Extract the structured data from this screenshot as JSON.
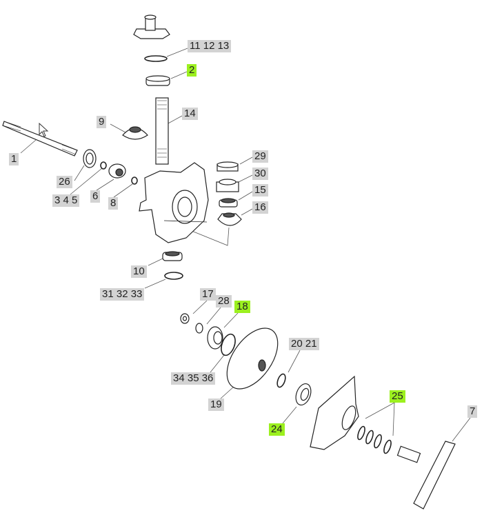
{
  "diagram": {
    "callouts": [
      {
        "id": "c-11-12-13",
        "text": "11 12 13",
        "highlighted": false
      },
      {
        "id": "c-2",
        "text": "2",
        "highlighted": true
      },
      {
        "id": "c-14",
        "text": "14",
        "highlighted": false
      },
      {
        "id": "c-9",
        "text": "9",
        "highlighted": false
      },
      {
        "id": "c-1",
        "text": "1",
        "highlighted": false
      },
      {
        "id": "c-29",
        "text": "29",
        "highlighted": false
      },
      {
        "id": "c-30",
        "text": "30",
        "highlighted": false
      },
      {
        "id": "c-26",
        "text": "26",
        "highlighted": false
      },
      {
        "id": "c-15",
        "text": "15",
        "highlighted": false
      },
      {
        "id": "c-3-4-5",
        "text": "3 4 5",
        "highlighted": false
      },
      {
        "id": "c-6",
        "text": "6",
        "highlighted": false
      },
      {
        "id": "c-8",
        "text": "8",
        "highlighted": false
      },
      {
        "id": "c-16",
        "text": "16",
        "highlighted": false
      },
      {
        "id": "c-10",
        "text": "10",
        "highlighted": false
      },
      {
        "id": "c-31-32-33",
        "text": "31 32 33",
        "highlighted": false
      },
      {
        "id": "c-17",
        "text": "17",
        "highlighted": false
      },
      {
        "id": "c-28",
        "text": "28",
        "highlighted": false
      },
      {
        "id": "c-18",
        "text": "18",
        "highlighted": true
      },
      {
        "id": "c-20-21",
        "text": "20 21",
        "highlighted": false
      },
      {
        "id": "c-34-35-36",
        "text": "34 35 36",
        "highlighted": false
      },
      {
        "id": "c-19",
        "text": "19",
        "highlighted": false
      },
      {
        "id": "c-25",
        "text": "25",
        "highlighted": true
      },
      {
        "id": "c-24",
        "text": "24",
        "highlighted": true
      },
      {
        "id": "c-7",
        "text": "7",
        "highlighted": false
      }
    ]
  },
  "colors": {
    "label_bg": "#d3d3d3",
    "highlight_bg": "#9cf01f",
    "line": "#222222"
  }
}
